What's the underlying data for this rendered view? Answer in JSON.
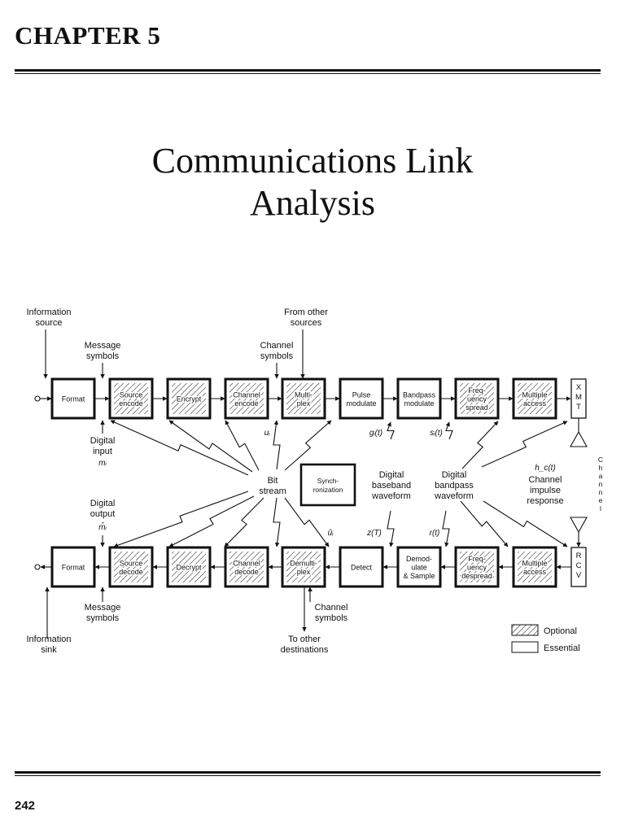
{
  "header": {
    "chapter": "CHAPTER 5"
  },
  "title": {
    "line1": "Communications Link",
    "line2": "Analysis"
  },
  "page_number": "242",
  "diagram": {
    "top_row": [
      {
        "lines": [
          "Format"
        ],
        "optional": false
      },
      {
        "lines": [
          "Source",
          "encode"
        ],
        "optional": true
      },
      {
        "lines": [
          "Encrypt"
        ],
        "optional": true
      },
      {
        "lines": [
          "Channel",
          "encode"
        ],
        "optional": true
      },
      {
        "lines": [
          "Multi-",
          "plex"
        ],
        "optional": true
      },
      {
        "lines": [
          "Pulse",
          "modulate"
        ],
        "optional": false
      },
      {
        "lines": [
          "Bandpass",
          "modulate"
        ],
        "optional": false
      },
      {
        "lines": [
          "Freq-",
          "uency",
          "spread"
        ],
        "optional": true
      },
      {
        "lines": [
          "Multiple",
          "access"
        ],
        "optional": true
      }
    ],
    "bottom_row": [
      {
        "lines": [
          "Format"
        ],
        "optional": false
      },
      {
        "lines": [
          "Source",
          "decode"
        ],
        "optional": true
      },
      {
        "lines": [
          "Decrypt"
        ],
        "optional": true
      },
      {
        "lines": [
          "Channel",
          "decode"
        ],
        "optional": true
      },
      {
        "lines": [
          "Demulti-",
          "plex"
        ],
        "optional": true
      },
      {
        "lines": [
          "Detect"
        ],
        "optional": false
      },
      {
        "lines": [
          "Demod-",
          "ulate",
          "& Sample"
        ],
        "optional": false
      },
      {
        "lines": [
          "Freq-",
          "uency",
          "despread"
        ],
        "optional": true
      },
      {
        "lines": [
          "Multiple",
          "access"
        ],
        "optional": true
      }
    ],
    "xmt": [
      "X",
      "M",
      "T"
    ],
    "rcv": [
      "R",
      "C",
      "V"
    ],
    "channel_letters": [
      "C",
      "h",
      "a",
      "n",
      "n",
      "e",
      "l"
    ],
    "sync": [
      "Synch-",
      "ronization"
    ],
    "labels": {
      "info_source": [
        "Information",
        "source"
      ],
      "from_other": [
        "From other",
        "sources"
      ],
      "message_symbols_top": [
        "Message",
        "symbols"
      ],
      "channel_symbols_top": [
        "Channel",
        "symbols"
      ],
      "digital_input": [
        "Digital",
        "input"
      ],
      "m_i": "mᵢ",
      "u_i": "uᵢ",
      "g_i": "gᵢ(t)",
      "s_i": "sᵢ(t)",
      "bit_stream": [
        "Bit",
        "stream"
      ],
      "digital_baseband": [
        "Digital",
        "baseband",
        "waveform"
      ],
      "digital_bandpass": [
        "Digital",
        "bandpass",
        "waveform"
      ],
      "hc": "h_c(t)",
      "channel_impulse": [
        "Channel",
        "impulse",
        "response"
      ],
      "digital_output": [
        "Digital",
        "output"
      ],
      "m_hat": "m̂ᵢ",
      "u_hat": "ûᵢ",
      "z_T": "z(T)",
      "r_t": "r(t)",
      "message_symbols_bottom": [
        "Message",
        "symbols"
      ],
      "channel_symbols_bottom": [
        "Channel",
        "symbols"
      ],
      "info_sink": [
        "Information",
        "sink"
      ],
      "to_other": [
        "To other",
        "destinations"
      ]
    },
    "legend": {
      "optional": "Optional",
      "essential": "Essential"
    }
  }
}
